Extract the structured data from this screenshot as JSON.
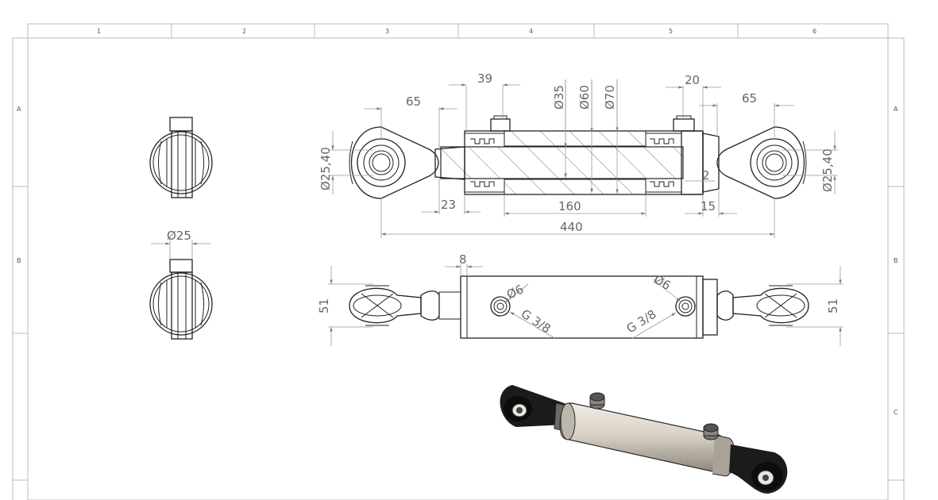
{
  "border": {
    "columns": [
      "1",
      "2",
      "3",
      "4",
      "5",
      "6"
    ],
    "rows_left": [
      "A",
      "B"
    ],
    "rows_right": [
      "A",
      "B",
      "C"
    ]
  },
  "dimensions": {
    "d39": "39",
    "d65_left": "65",
    "d_dia35": "Ø35",
    "d_dia60": "Ø60",
    "d_dia70": "Ø70",
    "d20": "20",
    "d65_right": "65",
    "d_dia2540_left": "Ø25,40",
    "d_dia2540_right": "Ø25,40",
    "d2": "2",
    "d23": "23",
    "d160": "160",
    "d15": "15",
    "d440": "440",
    "d_dia25": "Ø25",
    "d8": "8",
    "d51_left": "51",
    "d51_right": "51",
    "d_dia6_left": "Ø6",
    "d_dia6_right": "Ø6",
    "d_g38_left": "G 3/8",
    "d_g38_right": "G 3/8"
  },
  "colors": {
    "ink": "#222222",
    "dimension": "#666666",
    "frame": "#bbbbbb",
    "cylinder_body": "#d8d2c8",
    "rod_end": "#1a1a1a"
  }
}
